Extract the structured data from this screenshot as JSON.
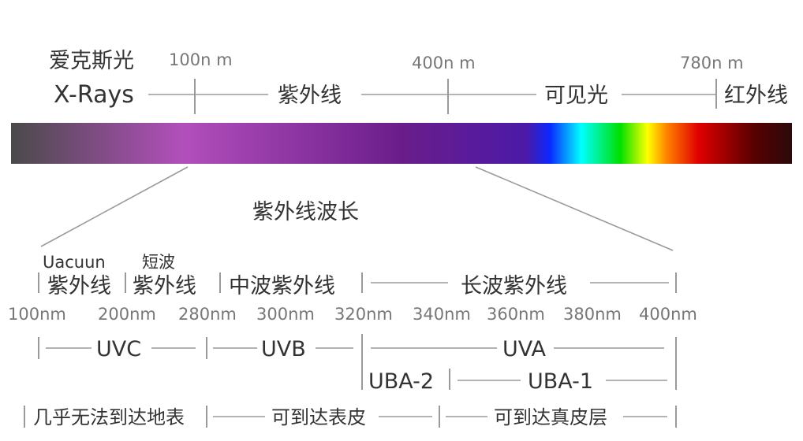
{
  "header": {
    "xray_cn": "爱克斯光",
    "xray_en": "X-Rays",
    "uv_cn": "紫外线",
    "visible_cn": "可见光",
    "ir_cn": "红外线",
    "wl_100": "100n m",
    "wl_400": "400n m",
    "wl_780": "780n m"
  },
  "spectrum_colors": {
    "xray_dark": "#4a4a4a",
    "uv_pink": "#b24fbc",
    "uv_purple": "#6a1d8a",
    "violet": "#4b1aa8",
    "blue": "#0a28ff",
    "cyan": "#00ffff",
    "green": "#00e000",
    "yellow": "#ffff00",
    "orange": "#ff8000",
    "red": "#e00000",
    "deep_red": "#5a0000",
    "ir_dark": "#2a0a0a"
  },
  "uv_title": "紫外线波长",
  "bands": {
    "vacuum_en": "Uacuun",
    "vacuum_cn": "紫外线",
    "short_top": "短波",
    "short_bottom": "紫外线",
    "medium": "中波紫外线",
    "long": "长波紫外线"
  },
  "nm_labels": [
    "100nm",
    "200nm",
    "280nm",
    "300nm",
    "320nm",
    "340nm",
    "360nm",
    "380nm",
    "400nm"
  ],
  "uv_types": {
    "uvc": "UVC",
    "uvb": "UVB",
    "uva": "UVA",
    "uba2": "UBA-2",
    "uba1": "UBA-1"
  },
  "penetration": {
    "uvc": "几乎无法到达地表",
    "uvb": "可到达表皮",
    "uva": "可到达真皮层"
  }
}
